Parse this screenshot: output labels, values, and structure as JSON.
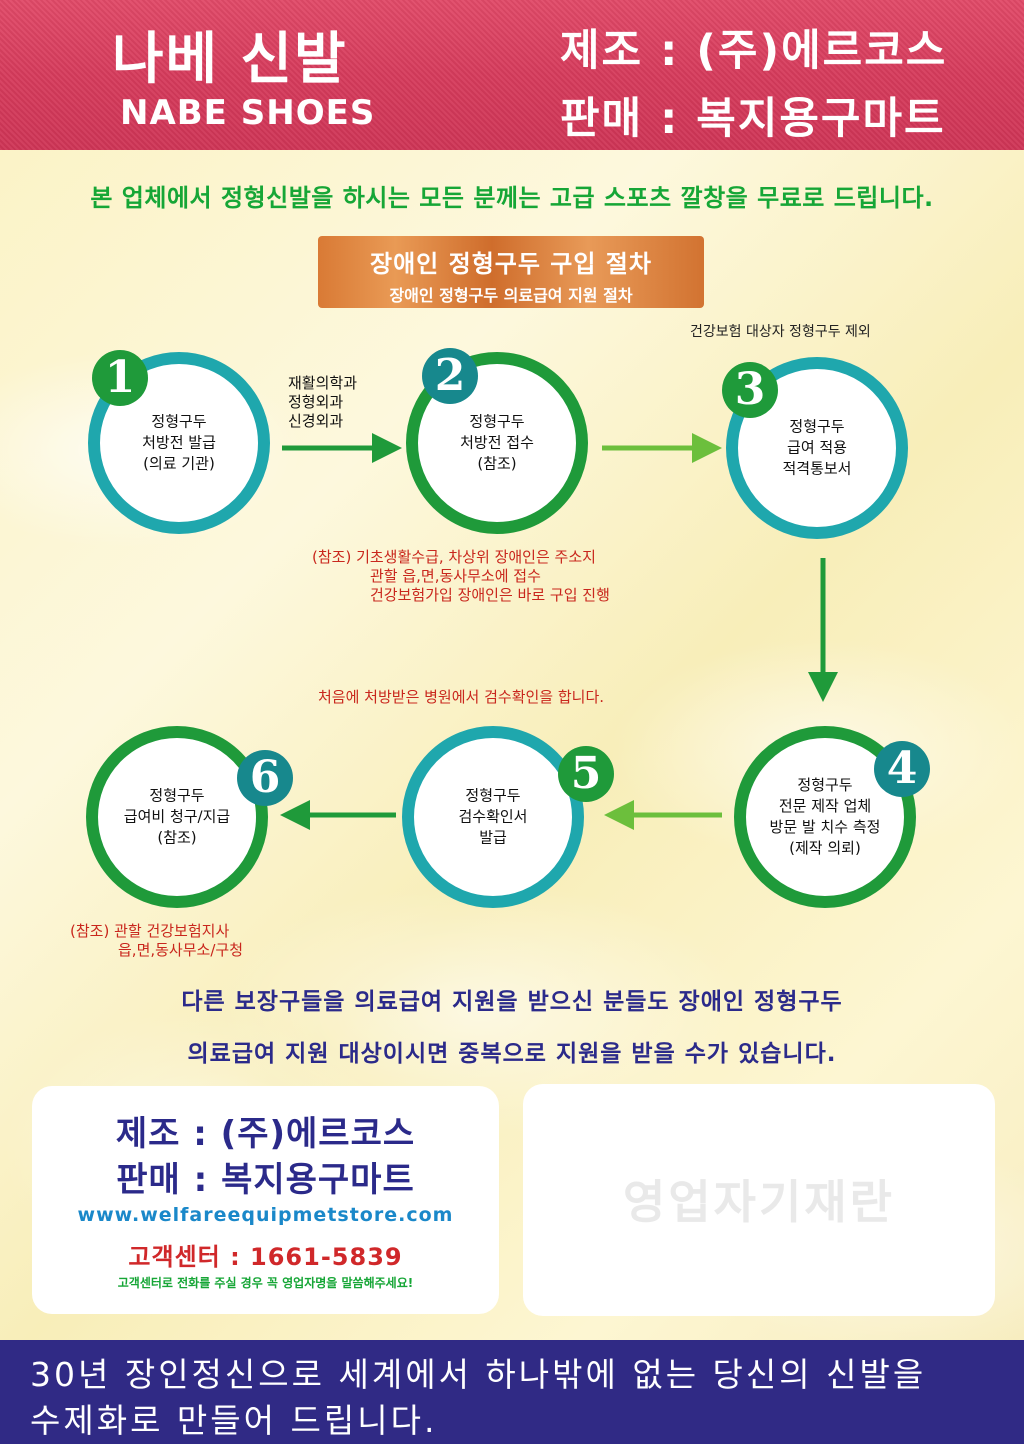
{
  "header": {
    "brand_ko": "나베 신발",
    "brand_en": "NABE SHOES",
    "maker": "제조 : (주)에르코스",
    "seller": "판매 : 복지용구마트"
  },
  "promo": "본 업체에서 정형신발을 하시는 모든 분께는 고급 스포츠 깔창을 무료로 드립니다.",
  "procedure": {
    "title": "장애인 정형구두 구입 절차",
    "subtitle": "장애인 정형구두 의료급여 지원 절차",
    "note_top_right": "건강보험 대상자 정형구두 제외",
    "edge_label_lines": [
      "재활의학과",
      "정형외과",
      "신경외과"
    ],
    "steps": [
      {
        "number": "1",
        "lines": [
          "정형구두",
          "처방전 발급",
          "(의료 기관)"
        ]
      },
      {
        "number": "2",
        "lines": [
          "정형구두",
          "처방전 접수",
          "(참조)"
        ]
      },
      {
        "number": "3",
        "lines": [
          "정형구두",
          "급여 적용",
          "적격통보서"
        ]
      },
      {
        "number": "4",
        "lines": [
          "정형구두",
          "전문 제작 업체",
          "방문 발 치수 측정",
          "(제작 의뢰)"
        ]
      },
      {
        "number": "5",
        "lines": [
          "정형구두",
          "검수확인서",
          "발급"
        ]
      },
      {
        "number": "6",
        "lines": [
          "정형구두",
          "급여비 청구/지급",
          "(참조)"
        ]
      }
    ],
    "note_step2_lines": [
      "(참조) 기초생활수급, 차상위 장애인은 주소지",
      "관할 읍,면,동사무소에 접수",
      "건강보험가입 장애인은 바로 구입 진행"
    ],
    "note_inspection": "처음에 처방받은 병원에서 검수확인을 합니다.",
    "note_step6_lines": [
      "(참조) 관할 건강보험지사",
      "읍,면,동사무소/구청"
    ]
  },
  "bottom_message": [
    "다른 보장구들을 의료급여 지원을 받으신 분들도 장애인 정형구두",
    "의료급여 지원 대상이시면 중복으로 지원을 받을 수가 있습니다."
  ],
  "contact": {
    "maker": "제조 : (주)에르코스",
    "seller": "판매 : 복지용구마트",
    "website": "www.welfareequipmetstore.com",
    "phone": "고객센터 : 1661-5839",
    "hint": "고객센터로 전화를 주실 경우 꼭 영업자명을 말씀해주세요!"
  },
  "sales_box": "영업자기재란",
  "footer": [
    "30년 장인정신으로 세계에서 하나밖에 없는 당신의 신발을",
    "수제화로 만들어 드립니다."
  ],
  "colors": {
    "header": "#d63b5c",
    "teal_ring": "#1fa7ad",
    "green_ring": "#1f9a3a",
    "arrow": "#1f9a3a",
    "footer": "#302a85"
  }
}
